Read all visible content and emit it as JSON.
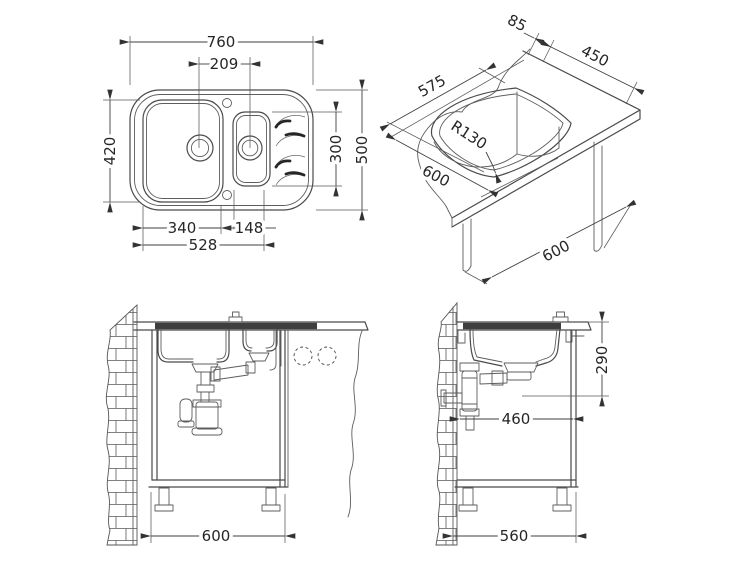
{
  "page": {
    "background": "#ffffff",
    "line_color": "#4a4a4a",
    "text_color": "#262626"
  },
  "views": {
    "plan": {
      "dims": {
        "overall_width": "760",
        "drain_spacing": "209",
        "main_bowl_depth": "420",
        "half_bowl_depth": "300",
        "overall_depth": "500",
        "main_bowl_width": "340",
        "half_bowl_width": "148",
        "bowls_span": "528"
      }
    },
    "iso": {
      "dims": {
        "back_edge_offset": "85",
        "cutout_width": "450",
        "cutout_length": "575",
        "worktop_depth": "600",
        "corner_radius": "R130",
        "cabinet_width": "600"
      }
    },
    "front": {
      "dims": {
        "cabinet_width": "600"
      }
    },
    "side": {
      "dims": {
        "mounting_depth": "290",
        "interior_clearance": "460",
        "cabinet_depth": "560"
      }
    }
  }
}
